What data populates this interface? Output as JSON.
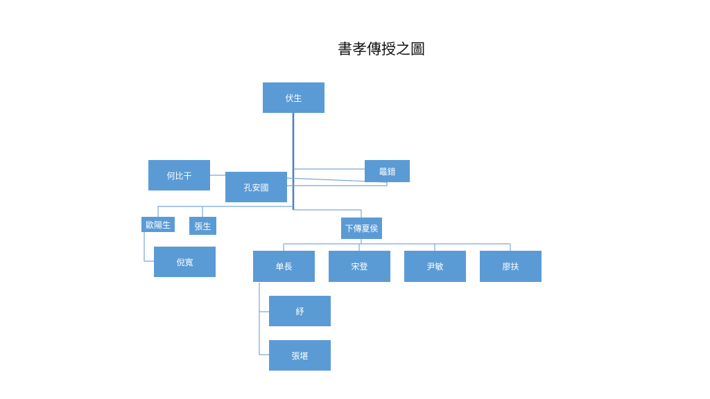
{
  "diagram": {
    "title": "書孝傳授之圖",
    "nodes": {
      "fusheng": "伏生",
      "heBigan": "何比干",
      "kongAnguo": "孔安國",
      "chaoCuo": "鼂錯",
      "ouyangSheng": "歐陽生",
      "zhangSheng": "張生",
      "ni": "倪寬",
      "xiaHouJian": "下傳夏侯",
      "chanZhang": "单長",
      "songDeng": "宋登",
      "yinMin": "尹敏",
      "liaoFu": "廖扶",
      "yu": "紓",
      "zhangKan": "張堪"
    },
    "colors": {
      "node_fill": "#5b9bd5",
      "node_text": "#ffffff",
      "connector": "#7aa7d6",
      "trunk": "#4a7fbf"
    }
  }
}
